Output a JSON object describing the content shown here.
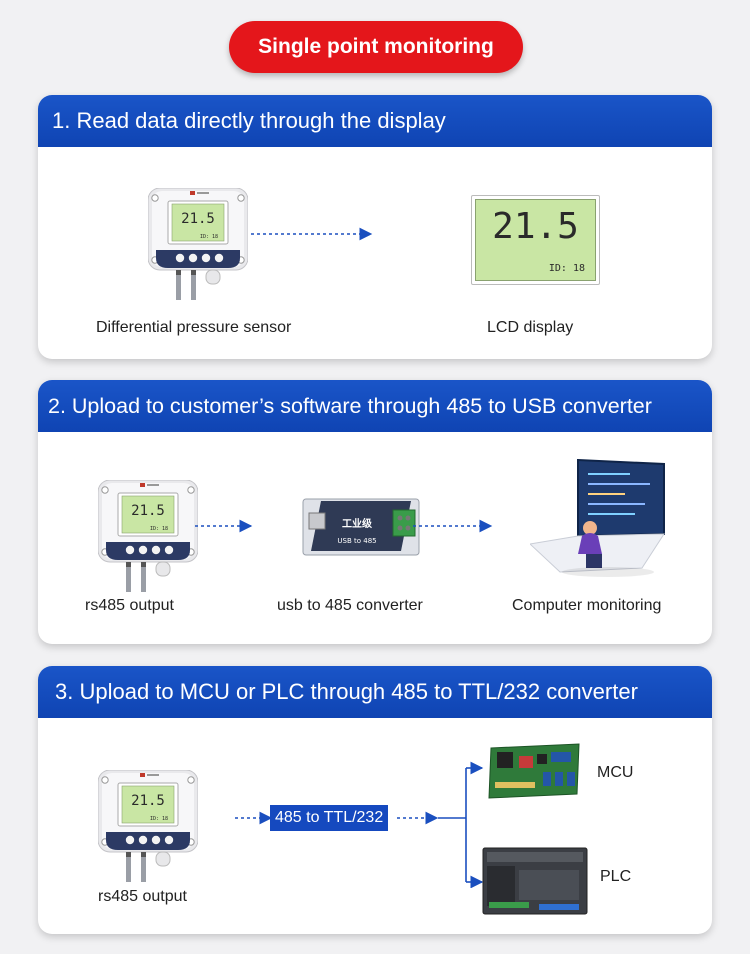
{
  "title": "Single point monitoring",
  "sections": [
    {
      "heading": "1. Read data directly through the display",
      "captions": [
        "Differential pressure sensor",
        "LCD display"
      ]
    },
    {
      "heading": "2. Upload to customer’s software through 485 to USB converter",
      "captions": [
        "rs485 output",
        "usb to 485 converter",
        "Computer monitoring"
      ]
    },
    {
      "heading": "3. Upload to MCU or PLC through 485 to TTL/232 converter",
      "captions": [
        "rs485 output",
        "MCU",
        "PLC"
      ],
      "converter_label": "485 to TTL/232"
    }
  ],
  "device": {
    "reading": "21.5",
    "id_label": "ID: 18"
  },
  "converter_print": {
    "brand": "工业级",
    "model": "USB to 485"
  },
  "colors": {
    "accent_red": "#e4161b",
    "header_blue": "#1549bf",
    "arrow_blue": "#1a4fbf",
    "lcd_green": "#c9e6a4"
  }
}
